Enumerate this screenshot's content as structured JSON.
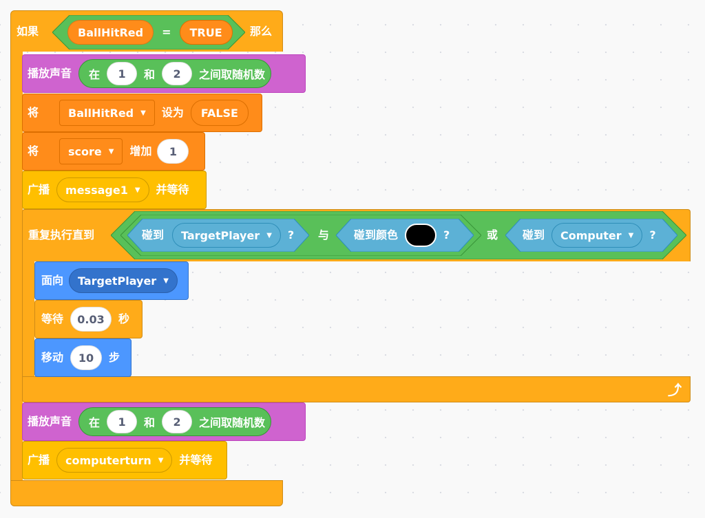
{
  "if_block": {
    "label_if": "如果",
    "label_then": "那么",
    "var_name": "BallHitRed",
    "operator": "=",
    "value": "TRUE"
  },
  "play_sound_1": {
    "label": "播放声音",
    "random": {
      "label_in": "在",
      "from": "1",
      "label_and": "和",
      "to": "2",
      "label_between": "之间取随机数"
    }
  },
  "set_var": {
    "label": "将",
    "var_name": "BallHitRed",
    "label_set": "设为",
    "value": "FALSE"
  },
  "change_var": {
    "label": "将",
    "var_name": "score",
    "label_change": "增加",
    "value": "1"
  },
  "broadcast_1": {
    "label": "广播",
    "message": "message1",
    "label_wait": "并等待"
  },
  "repeat_until": {
    "label": "重复执行直到",
    "touching_1": {
      "label": "碰到",
      "target": "TargetPlayer",
      "q": "?"
    },
    "and_label": "与",
    "touching_color": {
      "label": "碰到颜色",
      "color": "#000000",
      "q": "?"
    },
    "or_label": "或",
    "touching_2": {
      "label": "碰到",
      "target": "Computer",
      "q": "?"
    }
  },
  "point_towards": {
    "label": "面向",
    "target": "TargetPlayer"
  },
  "wait": {
    "label": "等待",
    "value": "0.03",
    "unit": "秒"
  },
  "move": {
    "label": "移动",
    "value": "10",
    "unit": "步"
  },
  "play_sound_2": {
    "label": "播放声音",
    "random": {
      "label_in": "在",
      "from": "1",
      "label_and": "和",
      "to": "2",
      "label_between": "之间取随机数"
    }
  },
  "broadcast_2": {
    "label": "广播",
    "message": "computerturn",
    "label_wait": "并等待"
  },
  "colors": {
    "control": "#ffab19",
    "sound": "#cf63cf",
    "variables": "#ff8c1a",
    "events": "#ffbf00",
    "motion": "#4c97ff",
    "operators": "#59c059",
    "sensing": "#5cb1d6"
  }
}
